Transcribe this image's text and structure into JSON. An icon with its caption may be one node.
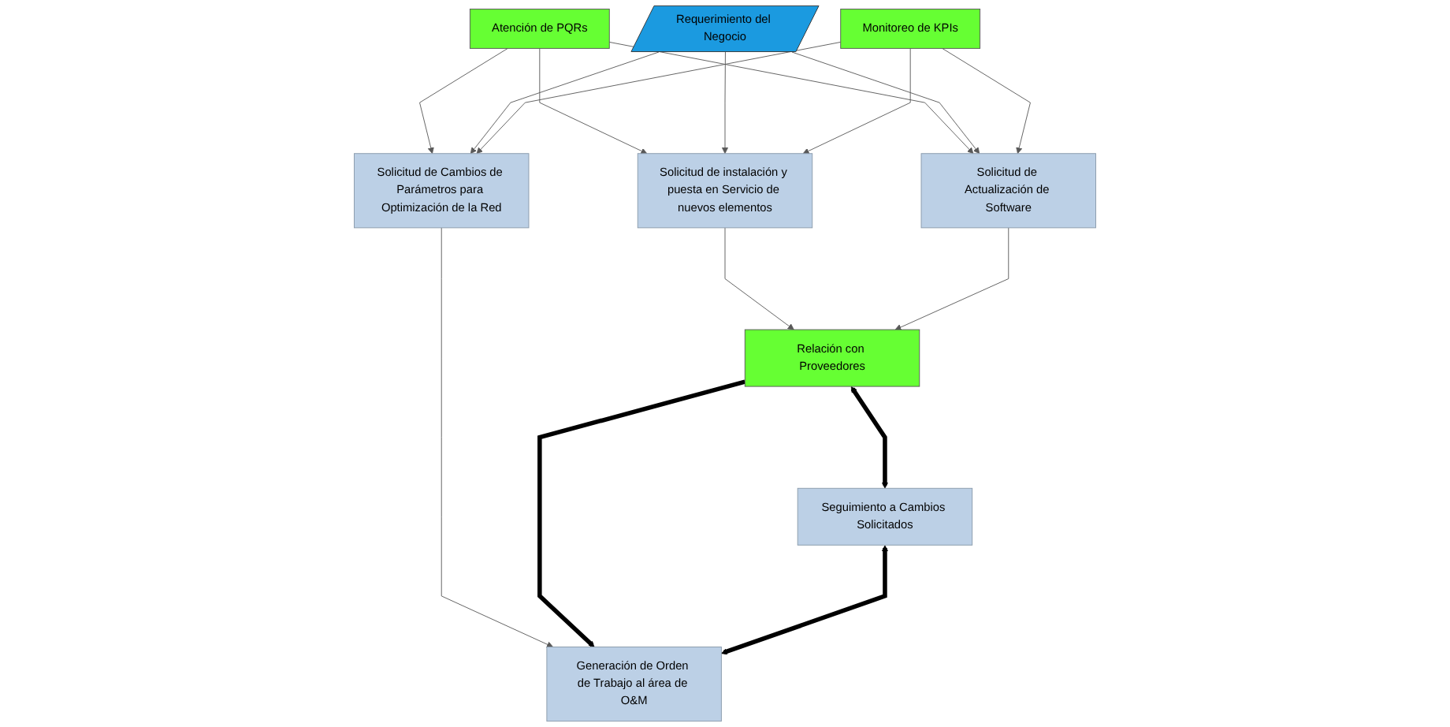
{
  "diagram": {
    "nodes": [
      {
        "text": [
          "Atención de PQRs"
        ]
      },
      {
        "text": [
          "Requerimiento del Negocio"
        ]
      },
      {
        "text": [
          "Monitoreo de KPIs"
        ]
      },
      {
        "text": [
          "Solicitud de instalación y puesta en Servicio de nuevos elementos"
        ]
      },
      {
        "text": [
          "Solicitud de Actualización de Software"
        ]
      },
      {
        "text": [
          "Solicitud de Cambios de Parámetros para Optimización de la Red"
        ]
      },
      {
        "text": [
          "Relación con Proveedores"
        ]
      },
      {
        "text": [
          "Generación de Orden de Trabajo al área de O&M"
        ]
      },
      {
        "text": [
          "Seguimiento a Cambios Solicitados"
        ]
      }
    ],
    "edges": [
      {
        "from": 0,
        "to": 3,
        "arrow": "to"
      },
      {
        "from": 0,
        "to": 4,
        "arrow": "to"
      },
      {
        "from": 0,
        "to": 5,
        "arrow": "to"
      },
      {
        "from": 1,
        "to": 3,
        "arrow": "to"
      },
      {
        "from": 1,
        "to": 4,
        "arrow": "to"
      },
      {
        "from": 1,
        "to": 5,
        "arrow": "to"
      },
      {
        "from": 2,
        "to": 3,
        "arrow": "to"
      },
      {
        "from": 2,
        "to": 4,
        "arrow": "to"
      },
      {
        "from": 2,
        "to": 5,
        "arrow": "to"
      },
      {
        "from": 3,
        "to": 6,
        "arrow": "to"
      },
      {
        "from": 4,
        "to": 6,
        "arrow": "to"
      },
      {
        "from": 5,
        "to": 7,
        "arrow": "to"
      },
      {
        "from": 6,
        "to": 7,
        "arrow": "to",
        "style": "thick",
        "color": "#000000"
      },
      {
        "from": 6,
        "to": 8,
        "arrow": "both",
        "style": "thick",
        "color": "#000000"
      },
      {
        "from": 8,
        "to": 7,
        "arrow": "both",
        "style": "thick",
        "color": "#000000"
      }
    ]
  }
}
